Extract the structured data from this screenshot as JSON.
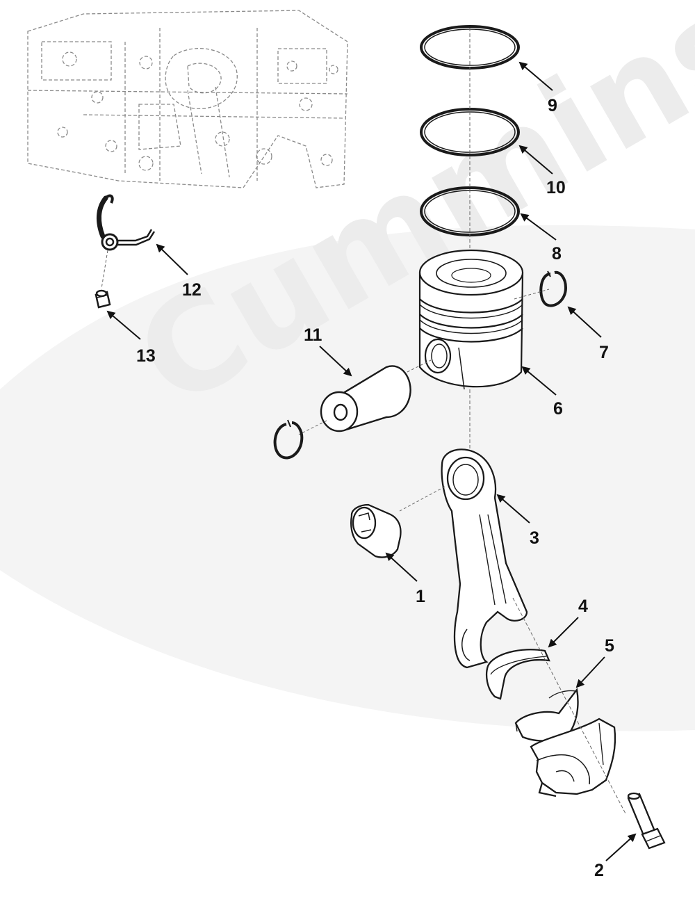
{
  "watermark": "Cummins",
  "colors": {
    "line": "#1a1a1a",
    "ghost": "#8a8a8a",
    "watermark": "#f2f2f2"
  },
  "callouts": [
    {
      "id": "1",
      "label": "1"
    },
    {
      "id": "2",
      "label": "2"
    },
    {
      "id": "3",
      "label": "3"
    },
    {
      "id": "4",
      "label": "4"
    },
    {
      "id": "5",
      "label": "5"
    },
    {
      "id": "6",
      "label": "6"
    },
    {
      "id": "7",
      "label": "7"
    },
    {
      "id": "8",
      "label": "8"
    },
    {
      "id": "9",
      "label": "9"
    },
    {
      "id": "10",
      "label": "10"
    },
    {
      "id": "11",
      "label": "11"
    },
    {
      "id": "12",
      "label": "12"
    },
    {
      "id": "13",
      "label": "13"
    }
  ]
}
